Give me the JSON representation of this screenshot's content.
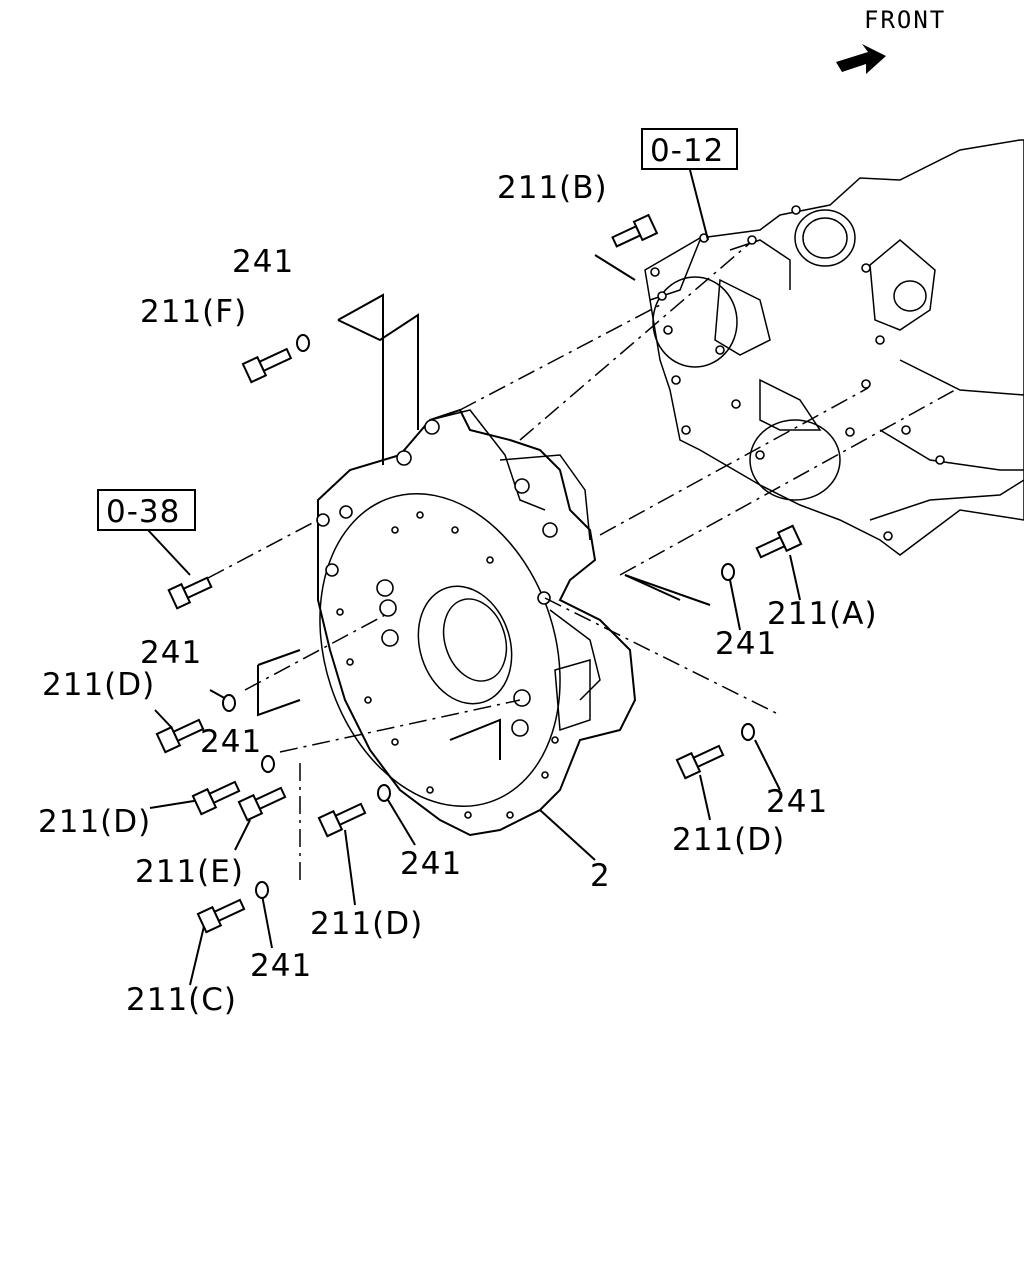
{
  "front": {
    "label": "FRONT",
    "arrow_icon": "front-arrow-icon"
  },
  "references": [
    {
      "id": "ref-0-12",
      "text": "0-12"
    },
    {
      "id": "ref-0-38",
      "text": "0-38"
    }
  ],
  "callouts": {
    "b_211": "211(B)",
    "f_241": "241",
    "f_211": "211(F)",
    "a_241": "241",
    "a_211": "211(A)",
    "d1_241": "241",
    "d1_211": "211(D)",
    "d2_241": "241",
    "d2_211": "211(D)",
    "e_211": "211(E)",
    "c_211": "211(C)",
    "c_241": "241",
    "d3_211": "211(D)",
    "d3_241": "241",
    "part_2": "2",
    "d4_241": "241",
    "d4_211": "211(D)"
  }
}
